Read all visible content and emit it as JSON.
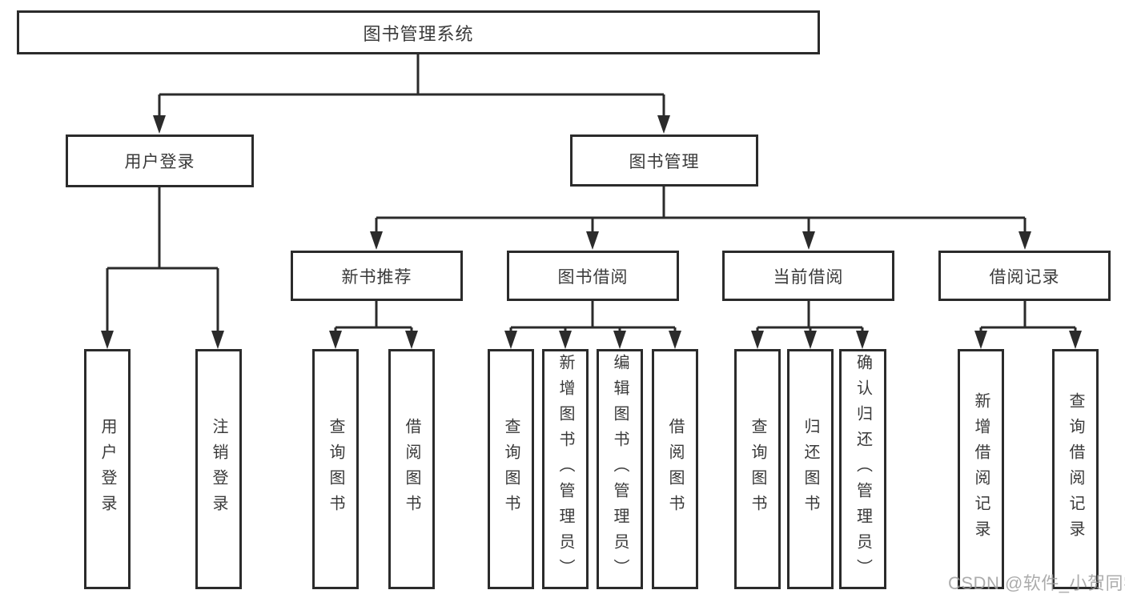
{
  "diagram_title": "图书管理系统",
  "tree": {
    "label": "图书管理系统",
    "children": [
      {
        "label": "用户登录",
        "children": [
          {
            "label": "用户登录"
          },
          {
            "label": "注销登录"
          }
        ]
      },
      {
        "label": "图书管理",
        "children": [
          {
            "label": "新书推荐",
            "children": [
              {
                "label": "查询图书"
              },
              {
                "label": "借阅图书"
              }
            ]
          },
          {
            "label": "图书借阅",
            "children": [
              {
                "label": "查询图书"
              },
              {
                "label": "新增图书（管理员）"
              },
              {
                "label": "编辑图书（管理员）"
              },
              {
                "label": "借阅图书"
              }
            ]
          },
          {
            "label": "当前借阅",
            "children": [
              {
                "label": "查询图书"
              },
              {
                "label": "归还图书"
              },
              {
                "label": "确认归还（管理员）"
              }
            ]
          },
          {
            "label": "借阅记录",
            "children": [
              {
                "label": "新增借阅记录"
              },
              {
                "label": "查询借阅记录"
              }
            ]
          }
        ]
      }
    ]
  },
  "watermark": {
    "text": "CSDN @软件_小贺同学"
  },
  "colors": {
    "line": "#2b2b2b",
    "box_border": "#2b2b2b",
    "text": "#3a3a3a",
    "background": "#ffffff",
    "watermark": "#9e9e9e"
  }
}
